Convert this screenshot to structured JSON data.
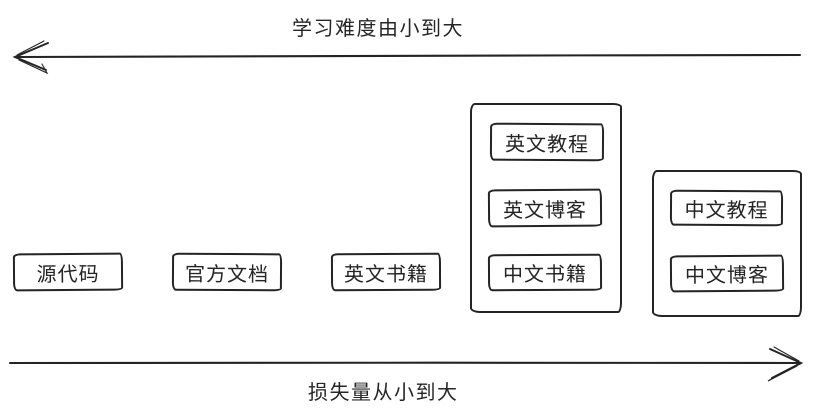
{
  "axes": {
    "top": {
      "label": "学习难度由小到大",
      "direction": "left"
    },
    "bottom": {
      "label": "损失量从小到大",
      "direction": "right"
    }
  },
  "nodes": {
    "source_code": "源代码",
    "official_docs": "官方文档",
    "english_books": "英文书籍",
    "english_tutorials": "英文教程",
    "english_blogs": "英文博客",
    "chinese_books": "中文书籍",
    "chinese_tutorials": "中文教程",
    "chinese_blogs": "中文博客"
  },
  "colors": {
    "stroke": "#242424",
    "text": "#262626",
    "background": "#ffffff"
  }
}
